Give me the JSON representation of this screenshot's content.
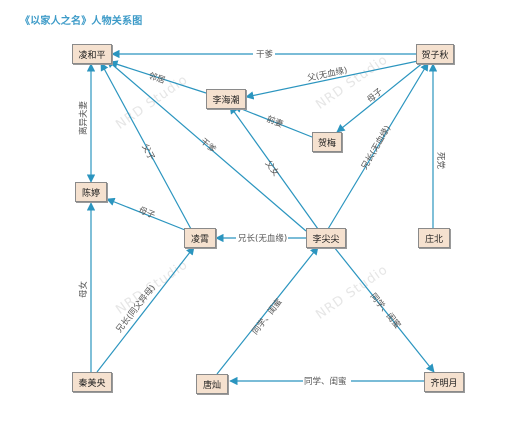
{
  "title": "《以家人之名》人物关系图",
  "watermark": "NRD Studio",
  "nodes": {
    "ling_heping": "凌和平",
    "he_ziqiu": "贺子秋",
    "li_haichao": "李海潮",
    "he_mei": "贺梅",
    "chen_ting": "陈婷",
    "ling_xiao": "凌霄",
    "li_jianjian": "李尖尖",
    "zhuang_bei": "庄北",
    "qin_meiyang": "秦美央",
    "tang_can": "唐灿",
    "qi_mingyue": "齐明月"
  },
  "edges": {
    "hezi_ling": "干爹",
    "hezi_lihai": "父(无血缘)",
    "lihai_ling": "邻居",
    "hezi_hemei": "母子",
    "hemei_lihai": "前妻",
    "ling_chen": "离异夫妻",
    "lingx_ling": "父子",
    "lijj_ling": "干爹",
    "lijj_lihai": "父女",
    "lijj_hezi": "兄长(无血缘)",
    "lingx_chen": "母子",
    "lijj_lingx": "兄长(无血缘)",
    "zhuang_hezi": "死党",
    "qin_chen": "母女",
    "qin_lingx": "兄长(同父异母)",
    "lijj_tang": "同学、闺蜜",
    "lijj_qi": "同学、闺蜜",
    "qi_tang": "同学、闺蜜"
  }
}
